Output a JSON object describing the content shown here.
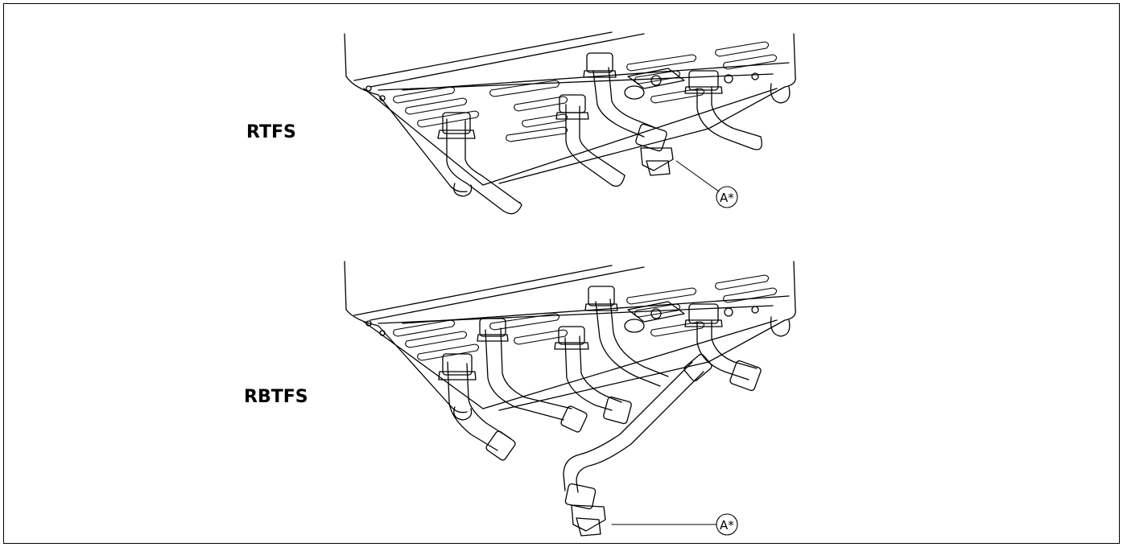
{
  "figure": {
    "panels": [
      {
        "id": "rtfs",
        "model_label": "RTFS",
        "callout": "A*"
      },
      {
        "id": "rbtfs",
        "model_label": "RBTFS",
        "callout": "A*"
      }
    ]
  }
}
